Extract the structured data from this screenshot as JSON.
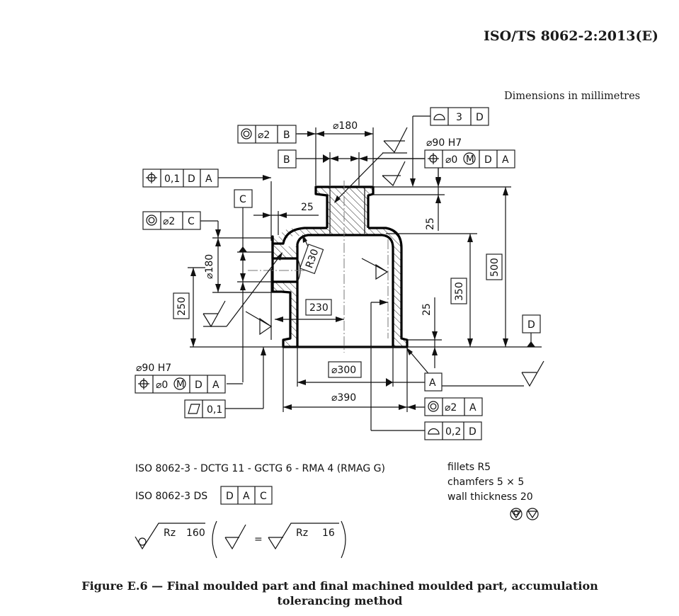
{
  "header": {
    "document_id": "ISO/TS 8062-2:2013(E)",
    "units_note": "Dimensions in millimetres"
  },
  "figure": {
    "caption_line1": "Figure E.6 — Final moulded part and final machined moulded part, accumulation",
    "caption_line2": "tolerancing method"
  },
  "feature_frames": {
    "concentricity_B": {
      "symbol": "concentricity-icon",
      "tolerance": "⌀2",
      "datum": "B"
    },
    "position_top_left": {
      "symbol": "position-icon",
      "tolerance": "0,1",
      "datums": [
        "D",
        "A"
      ]
    },
    "concentricity_C": {
      "symbol": "concentricity-icon",
      "tolerance": "⌀2",
      "datum": "C"
    },
    "profile_surface_top": {
      "symbol": "surface-profile-icon",
      "tolerance": "3",
      "datum": "D"
    },
    "position_top_right": {
      "label": "⌀90 H7",
      "symbol": "position-icon",
      "tolerance": "⌀0",
      "modifier": "M",
      "datums": [
        "D",
        "A"
      ]
    },
    "position_bottom_left": {
      "label": "⌀90 H7",
      "symbol": "position-icon",
      "tolerance": "⌀0",
      "modifier": "M",
      "datums": [
        "D",
        "A"
      ]
    },
    "flatness": {
      "symbol": "flatness-icon",
      "tolerance": "0,1"
    },
    "concentricity_A": {
      "symbol": "concentricity-icon",
      "tolerance": "⌀2",
      "datum": "A"
    },
    "profile_surface_bottom": {
      "symbol": "surface-profile-icon",
      "tolerance": "0,2",
      "datum": "D"
    }
  },
  "datums": {
    "B": "B",
    "C": "C",
    "A": "A",
    "D": "D"
  },
  "dimensions": {
    "dia_180_top": "⌀180",
    "top_25": "25",
    "left_25": "25",
    "dia_180_side": "⌀180",
    "r30": "R30",
    "d250": "250",
    "d230": "230",
    "d350": "350",
    "d500": "500",
    "right_25": "25",
    "dia_300": "⌀300",
    "dia_390": "⌀390"
  },
  "notes": {
    "line1": "ISO 8062-3 - DCTG 11 - GCTG 6 - RMA 4 (RMAG G)",
    "line2_prefix": "ISO 8062-3 DS",
    "line2_datums": [
      "D",
      "A",
      "C"
    ],
    "general": [
      "fillets R5",
      "chamfers 5 × 5",
      "wall thickness 20"
    ],
    "roughness_rz_cast_label": "Rz",
    "roughness_rz_cast_value": "160",
    "equals": "=",
    "roughness_rz_machined_label": "Rz",
    "roughness_rz_machined_value": "16"
  }
}
